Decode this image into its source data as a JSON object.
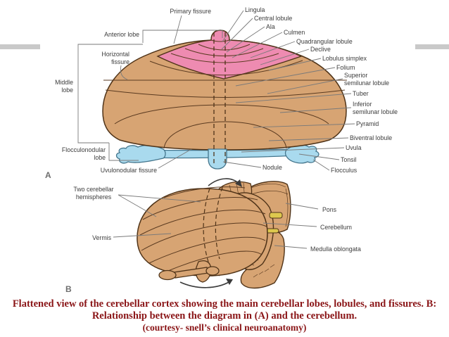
{
  "colors": {
    "body_tan": "#d7a473",
    "anterior_pink": "#ee8bb1",
    "flocculonodular_blue": "#a9daee",
    "outline_brown": "#4f3318",
    "blue_outline": "#44758c",
    "leader_gray": "#7a7a7a",
    "label_text": "#3c3c3c",
    "caption_red": "#8a1517",
    "divider_bar_gray": "#c9c9c9",
    "nerve_yellow": "#ddc84e"
  },
  "diagram_a": {
    "panel_label": "A",
    "labels": {
      "primary_fissure": "Primary fissure",
      "anterior_lobe": "Anterior lobe",
      "horizontal_fissure": [
        "Horizontal",
        "fissure"
      ],
      "middle_lobe": [
        "Middle",
        "lobe"
      ],
      "flocculonodular_lobe": [
        "Flocculonodular",
        "lobe"
      ],
      "uvulonodular_fissure": "Uvulonodular fissure",
      "lingula": "Lingula",
      "central_lobule": "Central lobule",
      "ala": "Ala",
      "culmen": "Culmen",
      "quadrangular_lobule": "Quadrangular lobule",
      "declive": "Declive",
      "lobulus_simplex": "Lobulus simplex",
      "folium": "Folium",
      "superior_semilunar_lobule": [
        "Superior",
        "semilunar lobule"
      ],
      "tuber": "Tuber",
      "inferior_semilunar_lobule": [
        "Inferior",
        "semilunar lobule"
      ],
      "pyramid": "Pyramid",
      "biventral_lobule": "Biventral lobule",
      "uvula": "Uvula",
      "tonsil": "Tonsil",
      "flocculus": "Flocculus",
      "nodule": "Nodule"
    }
  },
  "diagram_b": {
    "panel_label": "B",
    "labels": {
      "two_cerebellar_hemispheres": [
        "Two cerebellar",
        "hemispheres"
      ],
      "vermis": "Vermis",
      "pons": "Pons",
      "cerebellum": "Cerebellum",
      "medulla_oblongata": "Medulla oblongata"
    }
  },
  "caption": {
    "line1": "Flattened view of the cerebellar cortex showing the main cerebellar lobes, lobules, and fissures. B:",
    "line2": "Relationship between the diagram in (A) and the cerebellum.",
    "line3": "(courtesy- snell’s clinical neuroanatomy)"
  }
}
